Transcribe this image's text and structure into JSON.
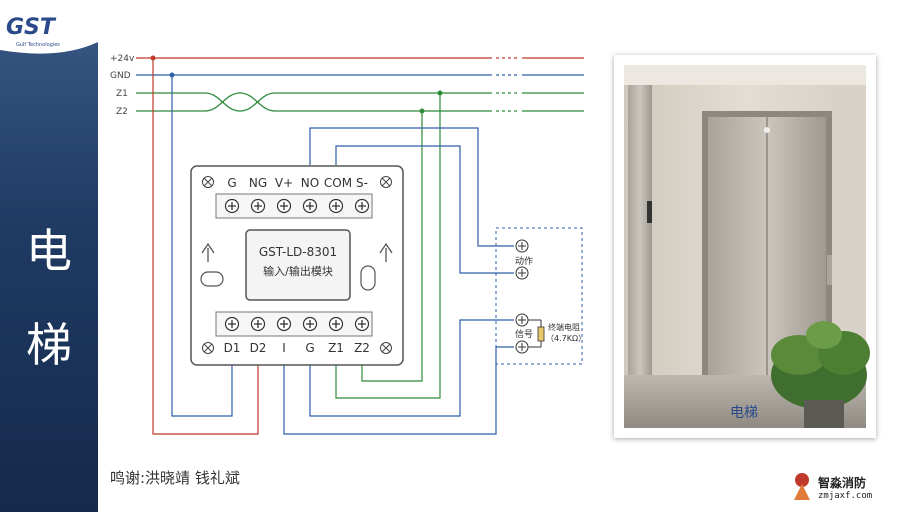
{
  "brand": {
    "logo_text": "GST",
    "logo_subtext": "Gulf Technologies"
  },
  "sidebar": {
    "title_char_1": "电",
    "title_char_2": "梯"
  },
  "diagram": {
    "bus_labels": [
      "+24v",
      "GND",
      "Z1",
      "Z2"
    ],
    "module_top_terminals": [
      "G",
      "NG",
      "V+",
      "NO",
      "COM",
      "S-"
    ],
    "module_bottom_terminals": [
      "D1",
      "D2",
      "I",
      "G",
      "Z1",
      "Z2"
    ],
    "module_model": "GST-LD-8301",
    "module_name": "输入/输出模块",
    "action_label": "动作",
    "signal_label": "信号",
    "resistor_label": "终端电阻",
    "resistor_value": "（4.7KΩ）",
    "bus_colors": {
      "plus24v": "#c0392b",
      "gnd": "#2e5fa8",
      "z1": "#2e8b3a",
      "z2": "#2e8b3a"
    }
  },
  "photo": {
    "label": "电梯"
  },
  "caption": "鸣谢:洪晓靖 钱礼斌",
  "watermark": {
    "text": "智淼消防",
    "url": "zmjaxf.com"
  }
}
